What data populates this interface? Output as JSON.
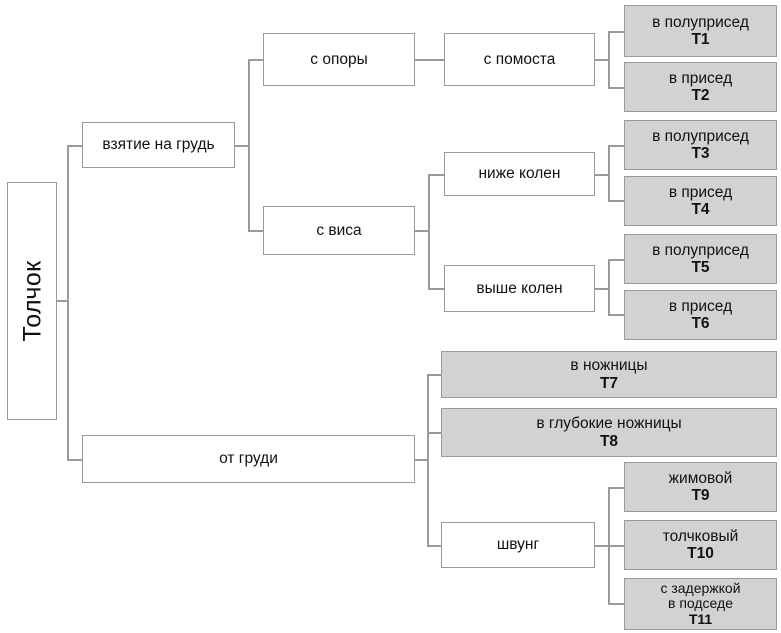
{
  "diagram": {
    "title": "Толчок",
    "root": {
      "label": "Толчок"
    },
    "level1": [
      {
        "label": "взятие на грудь"
      },
      {
        "label": "от груди"
      }
    ],
    "level2": [
      {
        "label": "с опоры"
      },
      {
        "label": "с виса"
      },
      {
        "label": "швунг"
      }
    ],
    "level3": [
      {
        "label": "с помоста"
      },
      {
        "label": "ниже колен"
      },
      {
        "label": "выше колен"
      }
    ],
    "leaves": [
      {
        "label": "в полуприсед",
        "code": "Т1"
      },
      {
        "label": "в присед",
        "code": "Т2"
      },
      {
        "label": "в полуприсед",
        "code": "Т3"
      },
      {
        "label": "в присед",
        "code": "Т4"
      },
      {
        "label": "в полуприсед",
        "code": "Т5"
      },
      {
        "label": "в присед",
        "code": "Т6"
      },
      {
        "label": "в ножницы",
        "code": "Т7"
      },
      {
        "label": "в глубокие ножницы",
        "code": "Т8"
      },
      {
        "label": "жимовой",
        "code": "Т9"
      },
      {
        "label": "толчковый",
        "code": "Т10"
      },
      {
        "label1": "с задержкой",
        "label2": "в подседе",
        "code": "Т11"
      }
    ],
    "colors": {
      "leaf_fill": "#d2d2d2",
      "border": "#9a9a9a",
      "node_fill": "#ffffff",
      "text": "#111111"
    }
  }
}
